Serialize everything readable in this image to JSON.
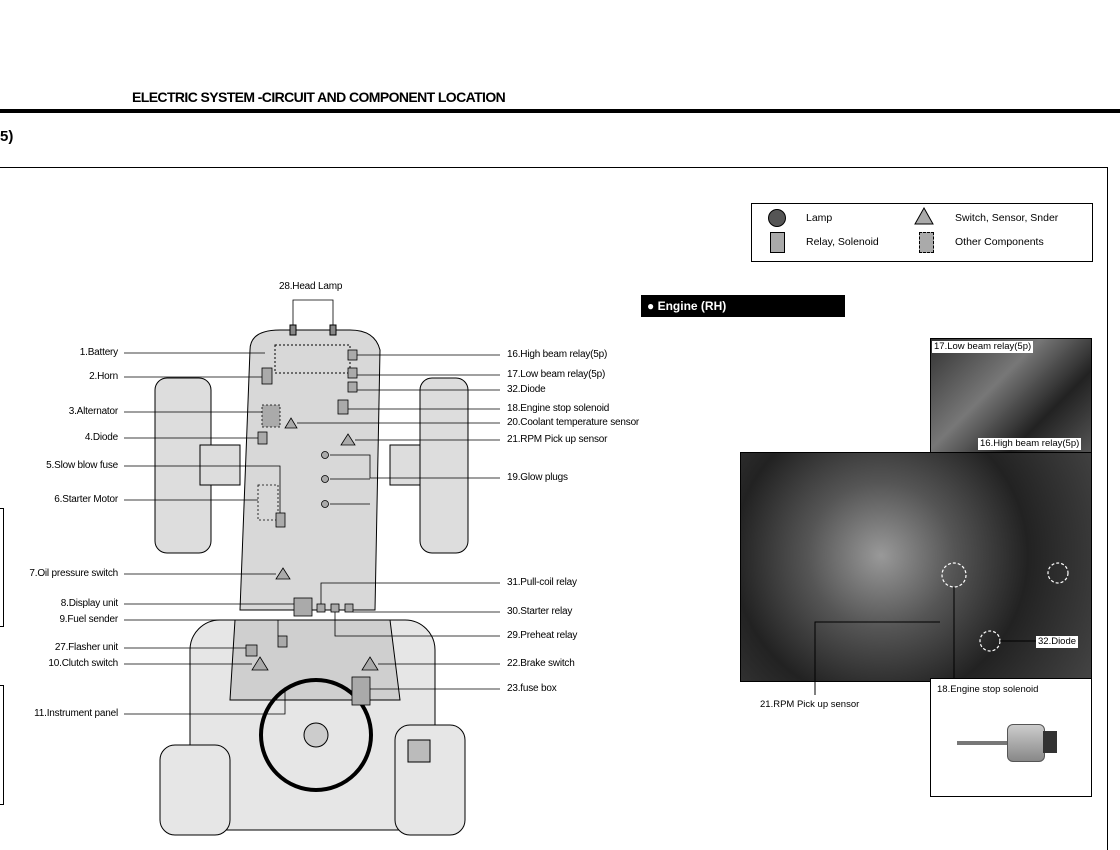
{
  "header": {
    "title": "ELECTRIC SYSTEM -CIRCUIT AND COMPONENT LOCATION",
    "section": "5)"
  },
  "legend": {
    "lamp": "Lamp",
    "relay": "Relay, Solenoid",
    "switch": "Switch, Sensor, Snder",
    "other": "Other Components"
  },
  "engine_title": "● Engine (RH)",
  "diagram": {
    "top": "28.Head Lamp",
    "left": [
      "1.Battery",
      "2.Horn",
      "3.Alternator",
      "4.Diode",
      "5.Slow blow fuse",
      "6.Starter Motor",
      "7.Oil pressure switch",
      "8.Display unit",
      "9.Fuel sender",
      "27.Flasher unit",
      "10.Clutch switch",
      "11.Instrument panel"
    ],
    "right": [
      "16.High beam relay(5p)",
      "17.Low beam relay(5p)",
      "32.Diode",
      "18.Engine stop solenoid",
      "20.Coolant temperature sensor",
      "21.RPM Pick up sensor",
      "19.Glow plugs",
      "31.Pull-coil relay",
      "30.Starter relay",
      "29.Preheat relay",
      "22.Brake switch",
      "23.fuse box"
    ]
  },
  "photos": {
    "low_beam": "17.Low beam relay(5p)",
    "high_beam": "16.High beam relay(5p)",
    "diode": "32.Diode",
    "rpm": "21.RPM Pick up sensor",
    "solenoid": "18.Engine stop solenoid"
  }
}
